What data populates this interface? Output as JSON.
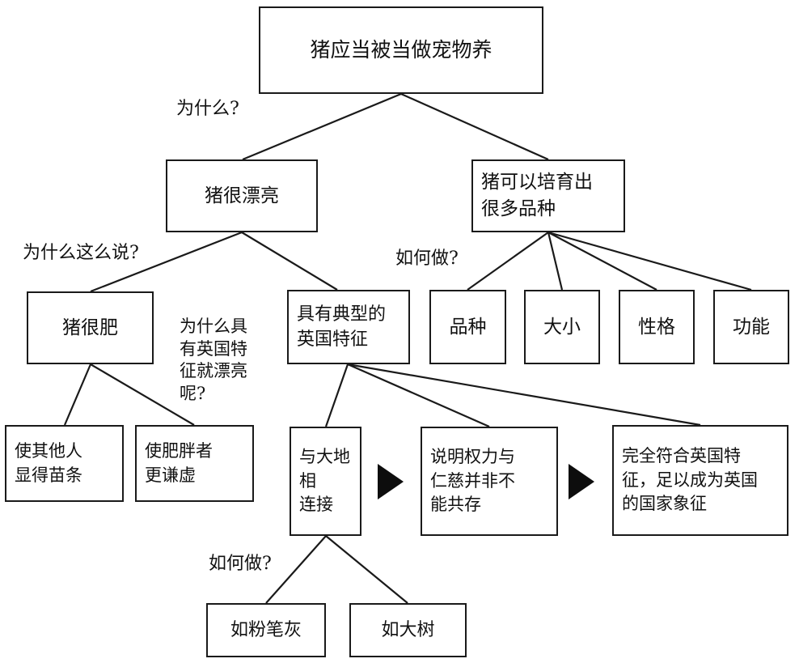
{
  "diagram": {
    "title": "猪应当被当做宠物养",
    "type": "mind-map-tree",
    "nodes": {
      "root": "猪应当被当做宠物养",
      "pretty": "猪很漂亮",
      "breeds": "猪可以培育出\n很多品种",
      "fat": "猪很肥",
      "british": "具有典型的\n英国特征",
      "variety": "品种",
      "size": "大小",
      "temperament": "性格",
      "function": "功能",
      "slim": "使其他人\n显得苗条",
      "humble": "使肥胖者\n更谦虚",
      "earth": "与大地相\n连接",
      "power": "说明权力与\n仁慈并非不\n能共存",
      "symbol": "完全符合英国特\n征，足以成为英国\n的国家象征",
      "chalk": "如粉笔灰",
      "tree": "如大树"
    },
    "labels": {
      "why": "为什么?",
      "why_say": "为什么这么说?",
      "why_british_pretty": "为什么具\n有英国特\n征就漂亮\n呢?",
      "how_breeds": "如何做?",
      "how_earth": "如何做?"
    },
    "arrows": {
      "arrow1": "right-triangle-arrow",
      "arrow2": "right-triangle-arrow"
    },
    "colors": {
      "stroke": "#1a1a1a",
      "text": "#111111",
      "background": "#ffffff",
      "arrow_fill": "#0d0d0d"
    }
  }
}
